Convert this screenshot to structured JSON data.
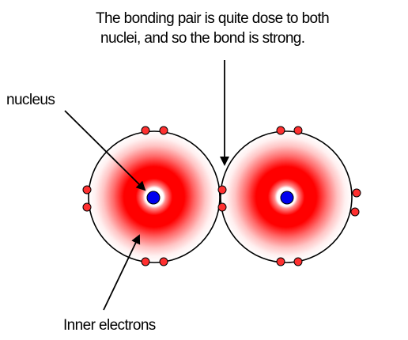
{
  "caption": {
    "line1": "The bonding pair is quite dose to both",
    "line2": "nuclei, and so the bond is strong."
  },
  "labels": {
    "nucleus": "nucleus",
    "inner_electrons": "Inner electrons"
  },
  "colors": {
    "shell_red": "#ff0000",
    "electron": "#ff3030",
    "nucleus": "#0000ee",
    "outline": "#000000"
  },
  "structure": {
    "atoms": 2,
    "electrons_per_atom": 8,
    "shared_electrons": 2
  }
}
